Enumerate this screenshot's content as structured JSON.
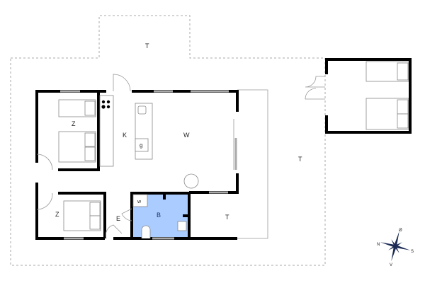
{
  "plan": {
    "rooms": {
      "terrace_top": "T",
      "terrace_right": "T",
      "terrace_small": "T",
      "bedroom_1": "Z",
      "bedroom_2": "Z",
      "kitchen": "K",
      "living": "W",
      "bathroom": "B",
      "entry": "E",
      "washer": "w",
      "island_appliance": "g"
    },
    "compass": {
      "north": "N",
      "south": "S",
      "east": "Ø",
      "west": "V"
    },
    "colors": {
      "bathroom_fill": "#aaccff",
      "wall": "#000000",
      "compass": "#1c2b55"
    }
  }
}
